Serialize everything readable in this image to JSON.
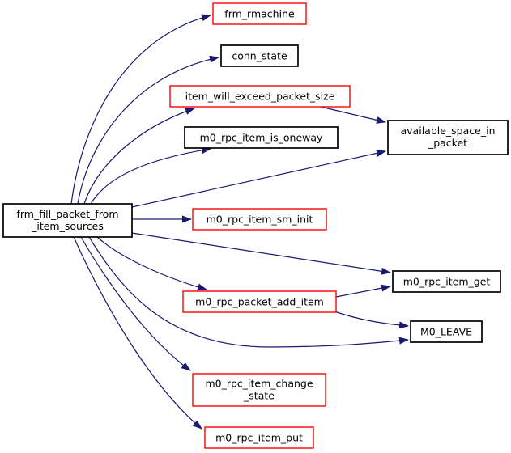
{
  "diagram": {
    "type": "call-graph",
    "background_color": "#ffffff",
    "edge_color": "#191970",
    "text_color": "#000000",
    "focus_fill_color": "#bfbfbf",
    "truncated_border_color": "#ff0000",
    "plain_border_color": "#000000",
    "nodes": {
      "frm_fill_packet_from_item_sources": {
        "lines": [
          "frm_fill_packet_from",
          "_item_sources"
        ],
        "border": "#000000",
        "fill": "#bfbfbf",
        "role": "focus"
      },
      "frm_rmachine": {
        "lines": [
          "frm_rmachine"
        ],
        "border": "#ff0000",
        "fill": "#ffffff",
        "role": "callee"
      },
      "conn_state": {
        "lines": [
          "conn_state"
        ],
        "border": "#000000",
        "fill": "#ffffff",
        "role": "callee"
      },
      "item_will_exceed_packet_size": {
        "lines": [
          "item_will_exceed_packet_size"
        ],
        "border": "#ff0000",
        "fill": "#ffffff",
        "role": "callee"
      },
      "m0_rpc_item_is_oneway": {
        "lines": [
          "m0_rpc_item_is_oneway"
        ],
        "border": "#000000",
        "fill": "#ffffff",
        "role": "callee"
      },
      "available_space_in_packet": {
        "lines": [
          "available_space_in",
          "_packet"
        ],
        "border": "#000000",
        "fill": "#ffffff",
        "role": "callee"
      },
      "m0_rpc_item_sm_init": {
        "lines": [
          "m0_rpc_item_sm_init"
        ],
        "border": "#ff0000",
        "fill": "#ffffff",
        "role": "callee"
      },
      "m0_rpc_item_get": {
        "lines": [
          "m0_rpc_item_get"
        ],
        "border": "#000000",
        "fill": "#ffffff",
        "role": "callee"
      },
      "m0_rpc_packet_add_item": {
        "lines": [
          "m0_rpc_packet_add_item"
        ],
        "border": "#ff0000",
        "fill": "#ffffff",
        "role": "callee"
      },
      "M0_LEAVE": {
        "lines": [
          "M0_LEAVE"
        ],
        "border": "#000000",
        "fill": "#ffffff",
        "role": "callee"
      },
      "m0_rpc_item_change_state": {
        "lines": [
          "m0_rpc_item_change",
          "_state"
        ],
        "border": "#ff0000",
        "fill": "#ffffff",
        "role": "callee"
      },
      "m0_rpc_item_put": {
        "lines": [
          "m0_rpc_item_put"
        ],
        "border": "#ff0000",
        "fill": "#ffffff",
        "role": "callee"
      }
    },
    "edges": [
      {
        "from": "frm_fill_packet_from_item_sources",
        "to": "frm_rmachine"
      },
      {
        "from": "frm_fill_packet_from_item_sources",
        "to": "conn_state"
      },
      {
        "from": "frm_fill_packet_from_item_sources",
        "to": "item_will_exceed_packet_size"
      },
      {
        "from": "frm_fill_packet_from_item_sources",
        "to": "m0_rpc_item_is_oneway"
      },
      {
        "from": "frm_fill_packet_from_item_sources",
        "to": "available_space_in_packet"
      },
      {
        "from": "frm_fill_packet_from_item_sources",
        "to": "m0_rpc_item_sm_init"
      },
      {
        "from": "frm_fill_packet_from_item_sources",
        "to": "m0_rpc_item_get"
      },
      {
        "from": "frm_fill_packet_from_item_sources",
        "to": "m0_rpc_packet_add_item"
      },
      {
        "from": "frm_fill_packet_from_item_sources",
        "to": "M0_LEAVE"
      },
      {
        "from": "frm_fill_packet_from_item_sources",
        "to": "m0_rpc_item_change_state"
      },
      {
        "from": "frm_fill_packet_from_item_sources",
        "to": "m0_rpc_item_put"
      },
      {
        "from": "item_will_exceed_packet_size",
        "to": "available_space_in_packet"
      },
      {
        "from": "m0_rpc_packet_add_item",
        "to": "m0_rpc_item_get"
      },
      {
        "from": "m0_rpc_packet_add_item",
        "to": "M0_LEAVE"
      }
    ]
  }
}
